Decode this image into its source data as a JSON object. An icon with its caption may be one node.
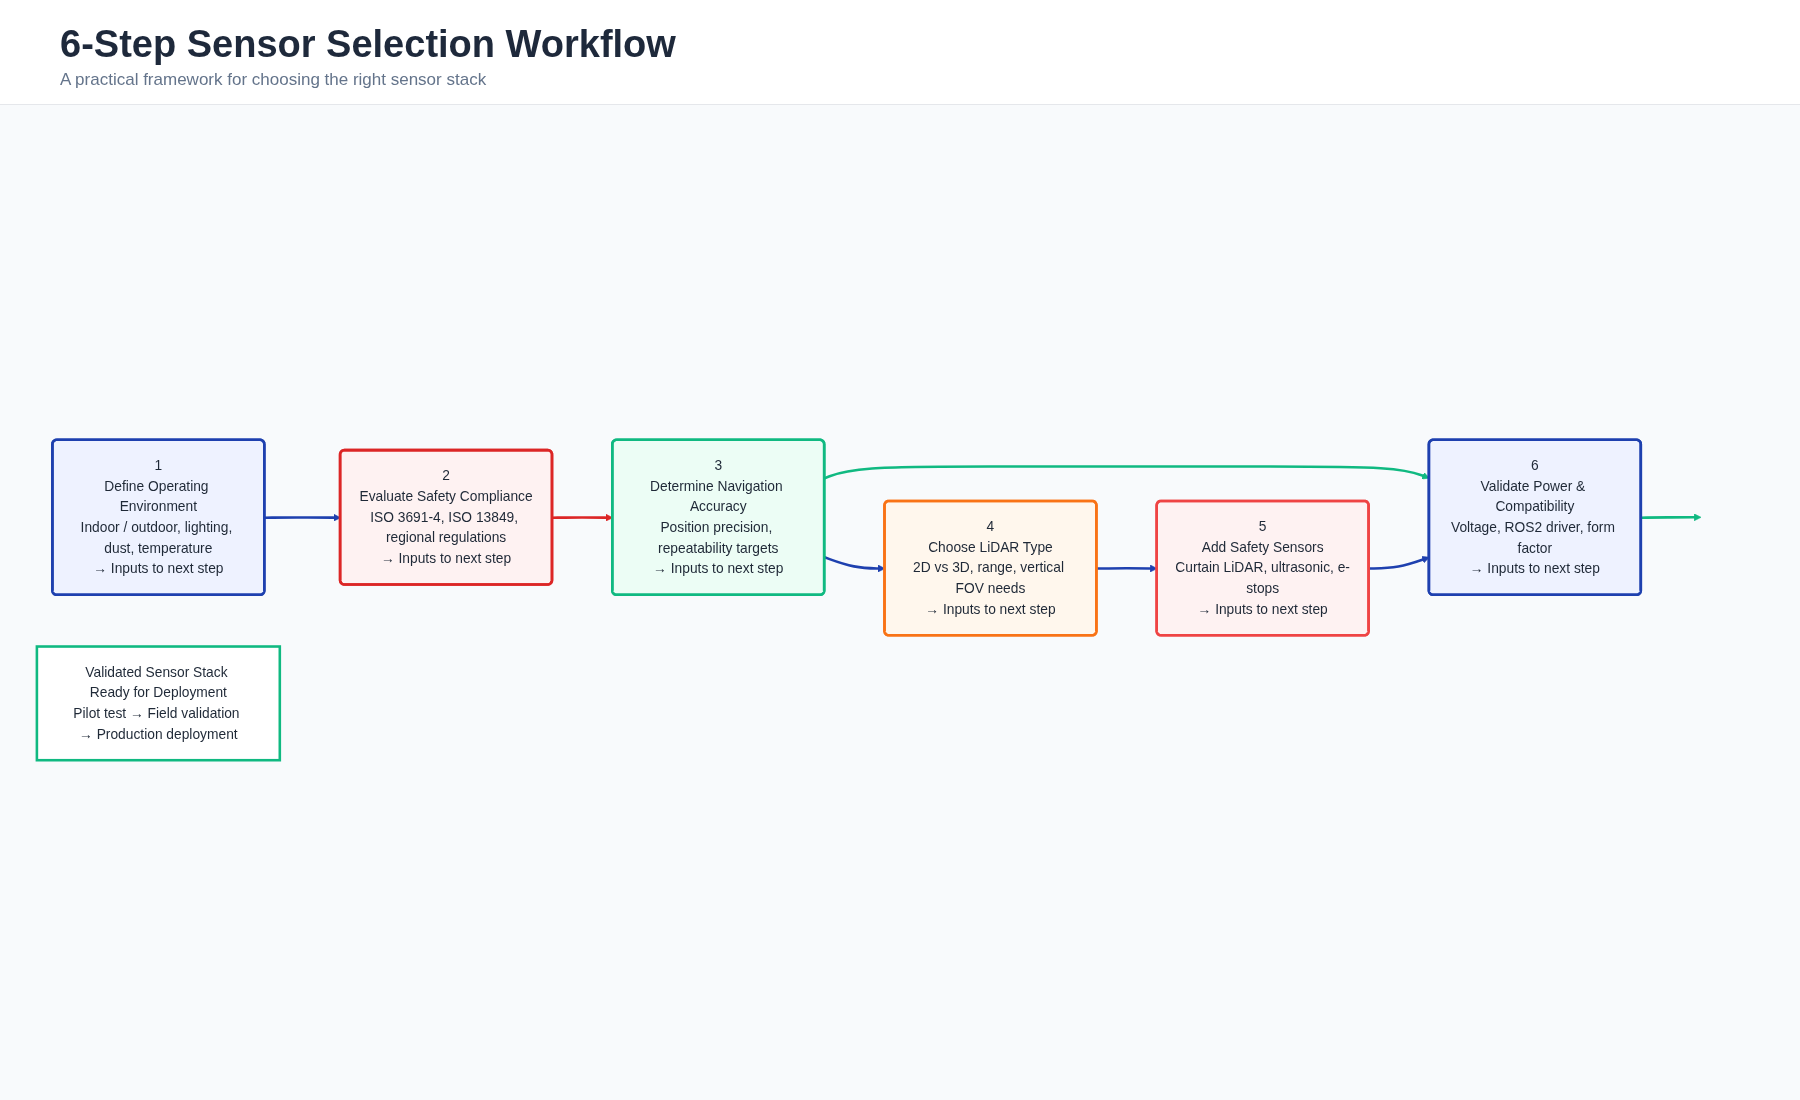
{
  "diagram": {
    "title": "6-Step Sensor Selection Workflow",
    "nodes": [
      {
        "text": [
          "1",
          "Define Operating Environment",
          "Indoor / outdoor, lighting, dust, temperature",
          "→ Inputs to next step"
        ]
      },
      {
        "text": [
          "2",
          "Evaluate Safety Compliance",
          "ISO 3691-4, ISO 13849, regional regulations",
          "→ Inputs to next step"
        ]
      },
      {
        "text": [
          "3",
          "Determine Navigation Accuracy",
          "Position precision, repeatability targets",
          "→ Inputs to next step"
        ]
      },
      {
        "text": [
          "4",
          "Choose LiDAR Type",
          "2D vs 3D, range, vertical FOV needs",
          "→ Inputs to next step"
        ]
      },
      {
        "text": [
          "5",
          "Add Safety Sensors",
          "Curtain LiDAR, ultrasonic, e-stops",
          "→ Inputs to next step"
        ]
      },
      {
        "text": [
          "6",
          "Validate Power & Compatibility",
          "Voltage, ROS2 driver, form factor",
          "→ Inputs to next step"
        ]
      },
      {
        "text": [
          "Validated Sensor Stack Ready for Deployment",
          "Pilot test → Field validation → Production deployment"
        ]
      }
    ],
    "edges": [
      {
        "from": 0,
        "to": 1,
        "arrow": "to"
      },
      {
        "from": 1,
        "to": 2,
        "arrow": "to",
        "color": "#dc2626"
      },
      {
        "from": 2,
        "to": 3,
        "arrow": "to"
      },
      {
        "from": 2,
        "to": 5,
        "arrow": "to",
        "color": "#10b981"
      },
      {
        "from": 3,
        "to": 4,
        "arrow": "to"
      },
      {
        "from": 4,
        "to": 5,
        "arrow": "to"
      },
      {
        "from": 5,
        "to": null,
        "arrow": "to",
        "color": "#10b981"
      }
    ],
    "labels": [
      "A practical framework for choosing the right sensor stack"
    ]
  }
}
